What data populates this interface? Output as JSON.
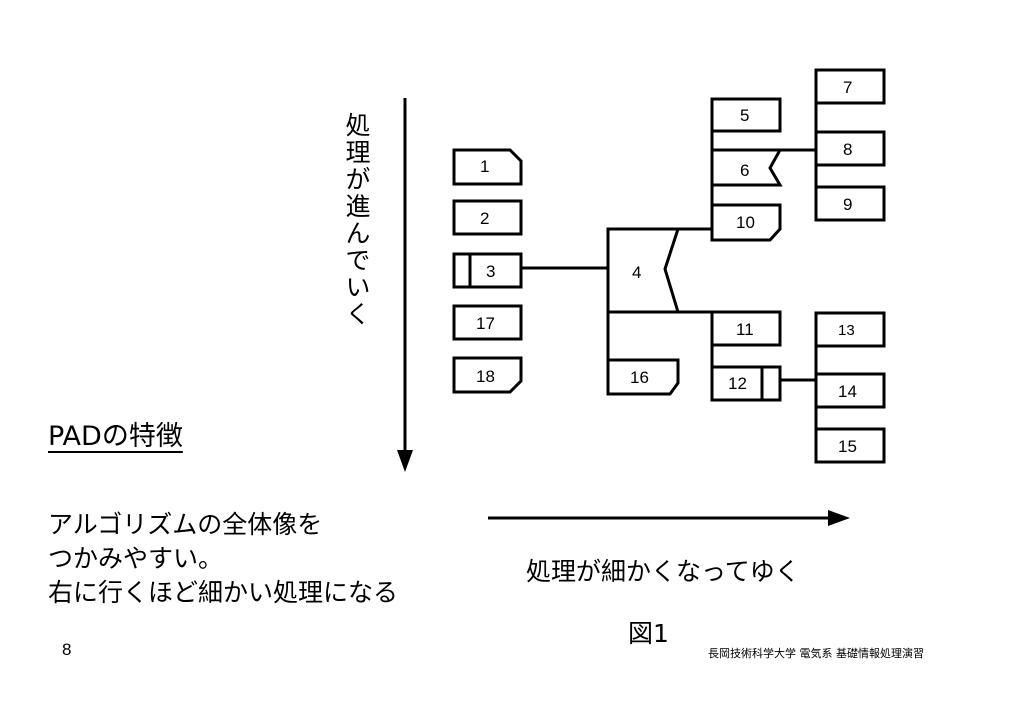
{
  "diagram": {
    "boxes": {
      "b1": "1",
      "b2": "2",
      "b3": "3",
      "b4": "4",
      "b5": "5",
      "b6": "6",
      "b7": "7",
      "b8": "8",
      "b9": "9",
      "b10": "10",
      "b11": "11",
      "b12": "12",
      "b13": "13",
      "b14": "14",
      "b15": "15",
      "b16": "16",
      "b17": "17",
      "b18": "18"
    },
    "vertical_label": "処理が進んでいく",
    "horizontal_label": "処理が細かくなってゆく",
    "figure_label": "図1"
  },
  "slide": {
    "title": "PADの特徴",
    "body": [
      "アルゴリズムの全体像を",
      "つかみやすい。",
      "右に行くほど細かい処理になる"
    ],
    "page_number": "8",
    "footer": "長岡技術科学大学 電気系 基礎情報処理演習"
  }
}
